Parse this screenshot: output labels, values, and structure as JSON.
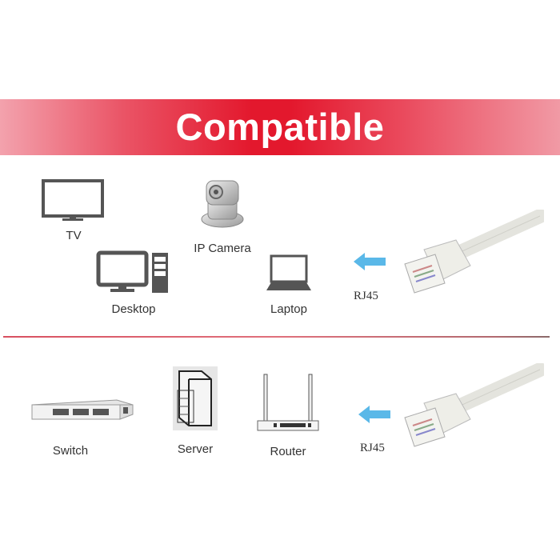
{
  "banner": {
    "title": "Compatible",
    "color": "#e3182d"
  },
  "top_section": {
    "devices": [
      {
        "label": "TV"
      },
      {
        "label": "IP Camera"
      },
      {
        "label": "Desktop"
      },
      {
        "label": "Laptop"
      }
    ],
    "connector_label": "RJ45"
  },
  "bottom_section": {
    "devices": [
      {
        "label": "Switch"
      },
      {
        "label": "Server"
      },
      {
        "label": "Router"
      }
    ],
    "connector_label": "RJ45"
  },
  "colors": {
    "arrow": "#5ab8e8",
    "icon_gray": "#555555",
    "divider": "#d85060"
  }
}
